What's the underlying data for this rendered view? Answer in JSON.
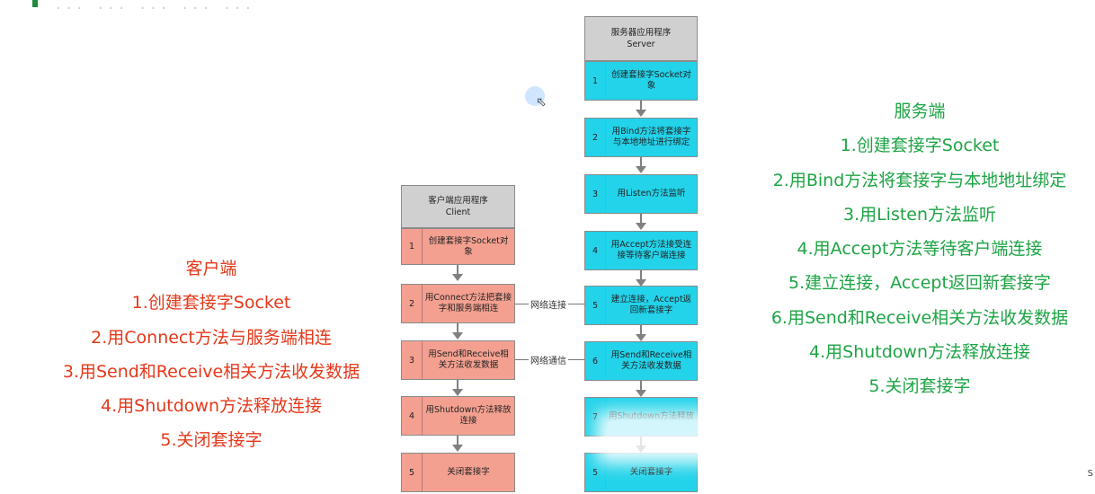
{
  "top_text": "...  ...  ...  ...  ...",
  "server": {
    "header_line1": "服务器应用程序",
    "header_line2": "Server",
    "steps": [
      {
        "n": "1",
        "text": "创建套接字Socket对象"
      },
      {
        "n": "2",
        "text": "用Bind方法将套接字与本地地址进行绑定"
      },
      {
        "n": "3",
        "text": "用Listen方法监听"
      },
      {
        "n": "4",
        "text": "用Accept方法接受连接等待客户端连接"
      },
      {
        "n": "5",
        "text": "建立连接，Accept返回新套接字"
      },
      {
        "n": "6",
        "text": "用Send和Receive相关方法收发数据"
      },
      {
        "n": "7",
        "text": "用Shutdown方法释放"
      },
      {
        "n": "5",
        "text": "关闭套接字"
      }
    ]
  },
  "client": {
    "header_line1": "客户端应用程序",
    "header_line2": "Client",
    "steps": [
      {
        "n": "1",
        "text": "创建套接字Socket对象"
      },
      {
        "n": "2",
        "text": "用Connect方法把套接字和服务端相连"
      },
      {
        "n": "3",
        "text": "用Send和Receive相关方法收发数据"
      },
      {
        "n": "4",
        "text": "用Shutdown方法释放连接"
      },
      {
        "n": "5",
        "text": "关闭套接字"
      }
    ]
  },
  "connections": {
    "net_connect": "网络连接",
    "net_comm": "网络通信"
  },
  "client_list": {
    "title": "客户端",
    "items": [
      "1.创建套接字Socket",
      "2.用Connect方法与服务端相连",
      "3.用Send和Receive相关方法收发数据",
      "4.用Shutdown方法释放连接",
      "5.关闭套接字"
    ],
    "color": "#e5381a"
  },
  "server_list": {
    "title": "服务端",
    "items": [
      "1.创建套接字Socket",
      "2.用Bind方法将套接字与本地地址绑定",
      "3.用Listen方法监听",
      "4.用Accept方法等待客户端连接",
      "5.建立连接，Accept返回新套接字",
      "6.用Send和Receive相关方法收发数据",
      "4.用Shutdown方法释放连接",
      "5.关闭套接字"
    ],
    "color": "#1ea445"
  },
  "corner_text": "S"
}
